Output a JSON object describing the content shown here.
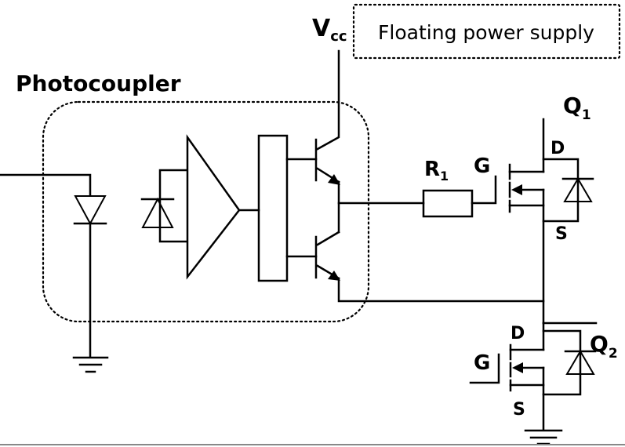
{
  "labels": {
    "vcc_main": "V",
    "vcc_sub": "cc",
    "floating_supply": "Floating power supply",
    "photocoupler": "Photocoupler",
    "r1_main": "R",
    "r1_sub": "1",
    "q1_main": "Q",
    "q1_sub": "1",
    "q2_main": "Q",
    "q2_sub": "2",
    "q1_gate": "G",
    "q1_drain": "D",
    "q1_source": "S",
    "q2_gate": "G",
    "q2_drain": "D",
    "q2_source": "S"
  },
  "colors": {
    "stroke": "#000000",
    "background": "#ffffff"
  }
}
